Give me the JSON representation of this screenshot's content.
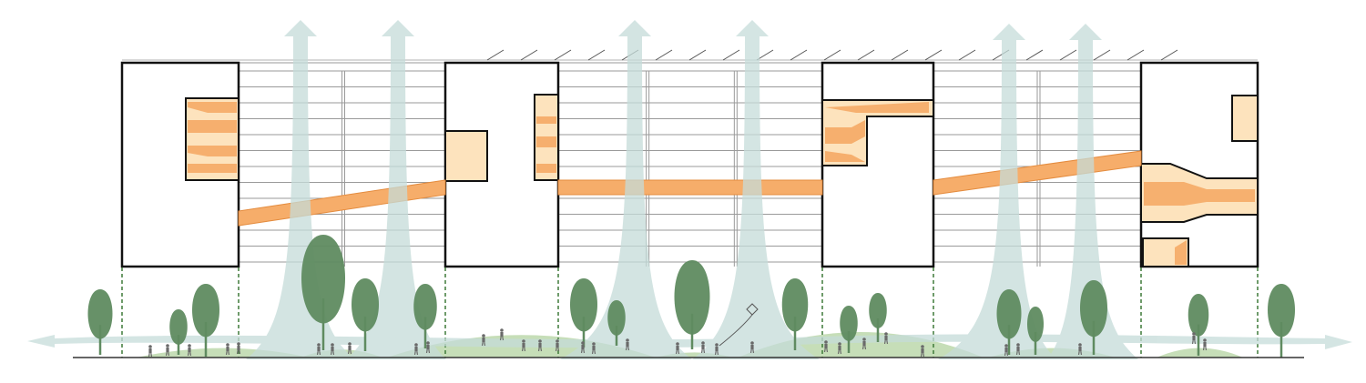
{
  "diagram": {
    "type": "architectural-section",
    "description_visible_text": "",
    "colors": {
      "background": "#ffffff",
      "building_outline": "#111111",
      "facade_lines": "#9a9a9a",
      "room_fill": "#fde3bd",
      "ramp_fill": "#f6ad6a",
      "airflow_arrow": "#c5dcd9",
      "tree": "#5f8b60",
      "hill": "#c6deb8",
      "ground_line": "#333333",
      "column_line": "#3f7a38",
      "people": "#6a6a6a"
    },
    "icons": [
      "airflow-arrow",
      "tree",
      "person",
      "kite"
    ]
  }
}
